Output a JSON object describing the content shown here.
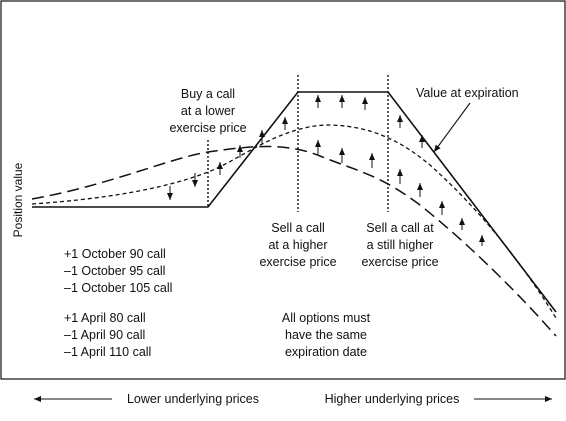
{
  "diagram": {
    "y_axis_label": "Position value",
    "x_axis_left_label": "Lower underlying prices",
    "x_axis_right_label": "Higher underlying prices",
    "annotations": {
      "buy_call": [
        "Buy a call",
        "at a lower",
        "exercise price"
      ],
      "value_at_expiration": "Value at expiration",
      "sell_call_higher": [
        "Sell a call",
        "at a higher",
        "exercise price"
      ],
      "sell_call_still_higher": [
        "Sell a call at",
        "a still higher",
        "exercise price"
      ],
      "same_expiration": [
        "All options must",
        "have the same",
        "expiration date"
      ]
    },
    "positions_group_1": [
      "+1 October 90 call",
      "–1 October 95 call",
      "–1 October 105 call"
    ],
    "positions_group_2": [
      "+1 April 80 call",
      "–1 April 90 call",
      "–1 April 110 call"
    ],
    "line_color": "#111111",
    "background": "#ffffff"
  }
}
